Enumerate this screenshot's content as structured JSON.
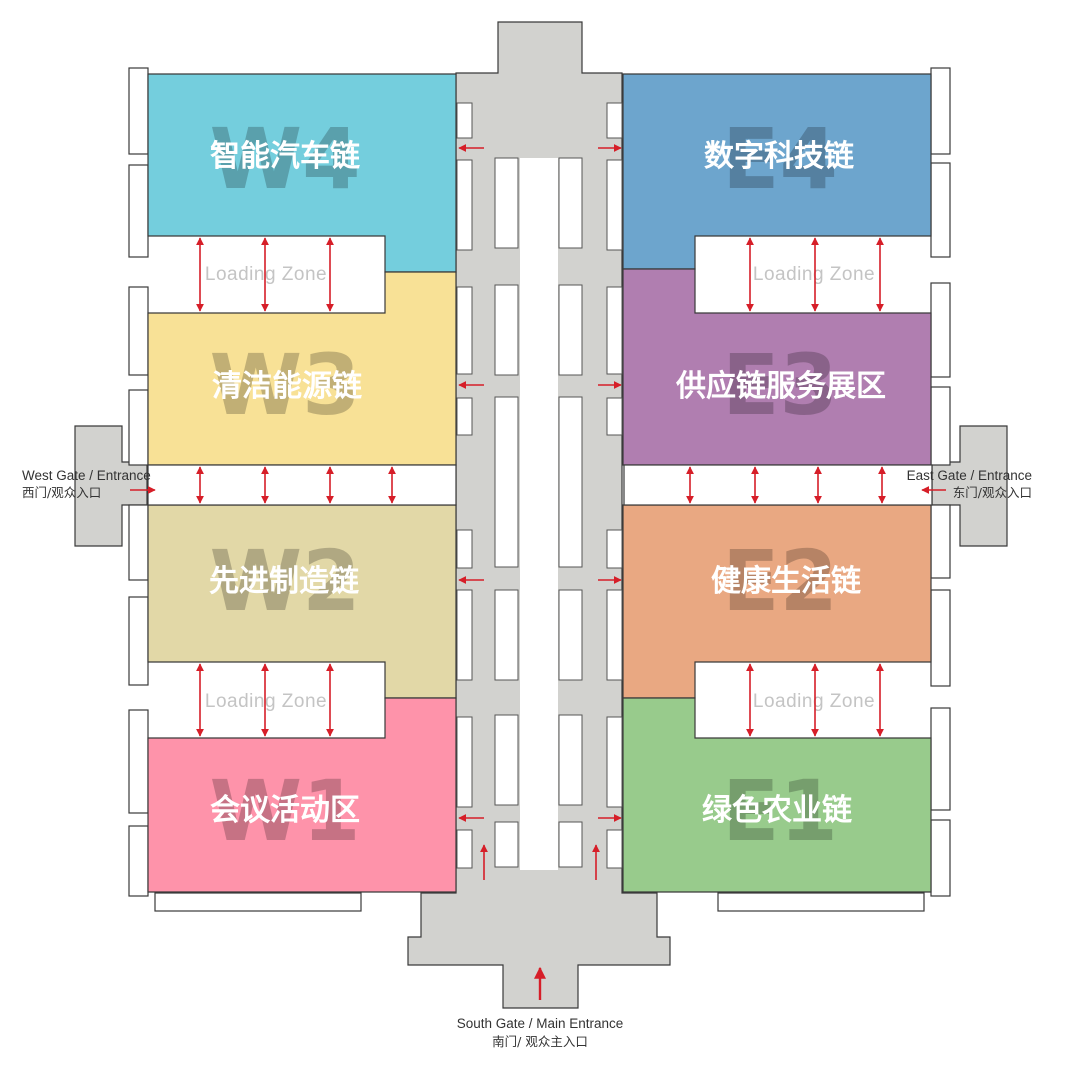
{
  "colors": {
    "corridor": "#d2d2cf",
    "outline": "#3a3a3a",
    "arrow": "#d61e28",
    "code_text": "rgba(0,0,0,0.22)"
  },
  "halls": {
    "w4": {
      "code": "W4",
      "name": "智能汽车链",
      "color": "#74cedd"
    },
    "w3": {
      "code": "W3",
      "name": "清洁能源链",
      "color": "#f8e196"
    },
    "w2": {
      "code": "W2",
      "name": "先进制造链",
      "color": "#e2d8a7"
    },
    "w1": {
      "code": "W1",
      "name": "会议活动区",
      "color": "#fe93aa"
    },
    "e4": {
      "code": "E4",
      "name": "数字科技链",
      "color": "#6da5cd"
    },
    "e3": {
      "code": "E3",
      "name": "供应链服务展区",
      "color": "#b07eb0"
    },
    "e2": {
      "code": "E2",
      "name": "健康生活链",
      "color": "#e9a882"
    },
    "e1": {
      "code": "E1",
      "name": "绿色农业链",
      "color": "#98cb8c"
    }
  },
  "loading_zones": {
    "nw": "Loading Zone",
    "ne": "Loading Zone",
    "sw": "Loading Zone",
    "se": "Loading Zone"
  },
  "gates": {
    "west": {
      "en": "West Gate / Entrance",
      "zh": "西门/观众入口"
    },
    "east": {
      "en": "East Gate / Entrance",
      "zh": "东门/观众入口"
    },
    "south": {
      "en": "South Gate / Main Entrance",
      "zh": "南门/ 观众主入口"
    }
  }
}
